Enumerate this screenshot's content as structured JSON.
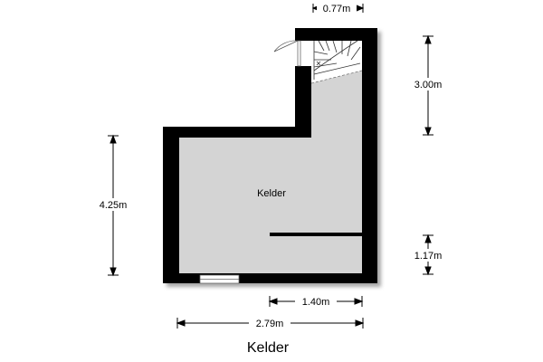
{
  "colors": {
    "wall": "#000000",
    "floor": "#d4d4d4",
    "dimension": "#000000",
    "background": "#ffffff"
  },
  "room": {
    "name": "Kelder"
  },
  "dimensions": {
    "top_width": "0.77m",
    "stair_height": "3.00m",
    "main_height": "4.25m",
    "lower_right_height": "1.17m",
    "partial_width": "1.40m",
    "total_width": "2.79m"
  },
  "plan_title": "Kelder"
}
